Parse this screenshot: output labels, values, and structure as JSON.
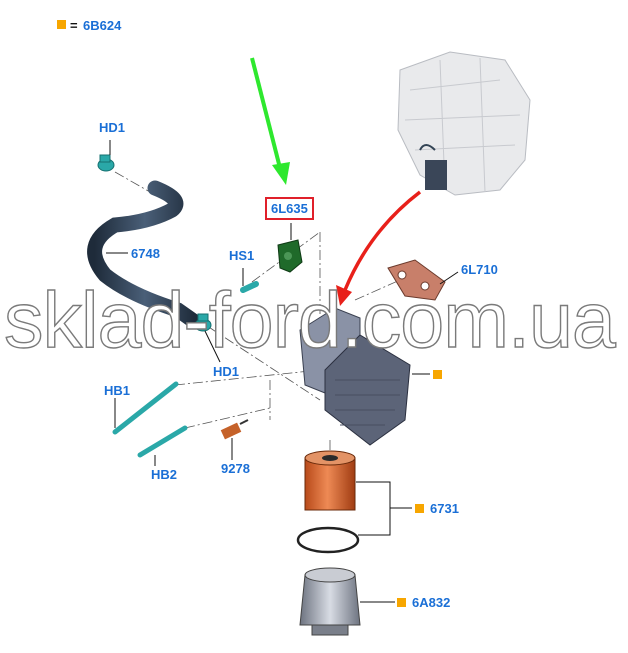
{
  "legend": {
    "equals": "=",
    "code": "6B624"
  },
  "labels": {
    "hd1_top": "HD1",
    "hose": "6748",
    "highlighted_part": "6L635",
    "hs1": "HS1",
    "hd1_bottom": "HD1",
    "gasket": "6L710",
    "hb1": "HB1",
    "hb2": "HB2",
    "sensor": "9278",
    "filter": "6731",
    "cap": "6A832"
  },
  "watermark": "sklad-ford.com.ua",
  "colors": {
    "label": "#1a6fd6",
    "marker": "#f7a600",
    "highlight_box": "#e0202a",
    "green_arrow": "#2ee82e",
    "red_arrow": "#e8201a"
  }
}
